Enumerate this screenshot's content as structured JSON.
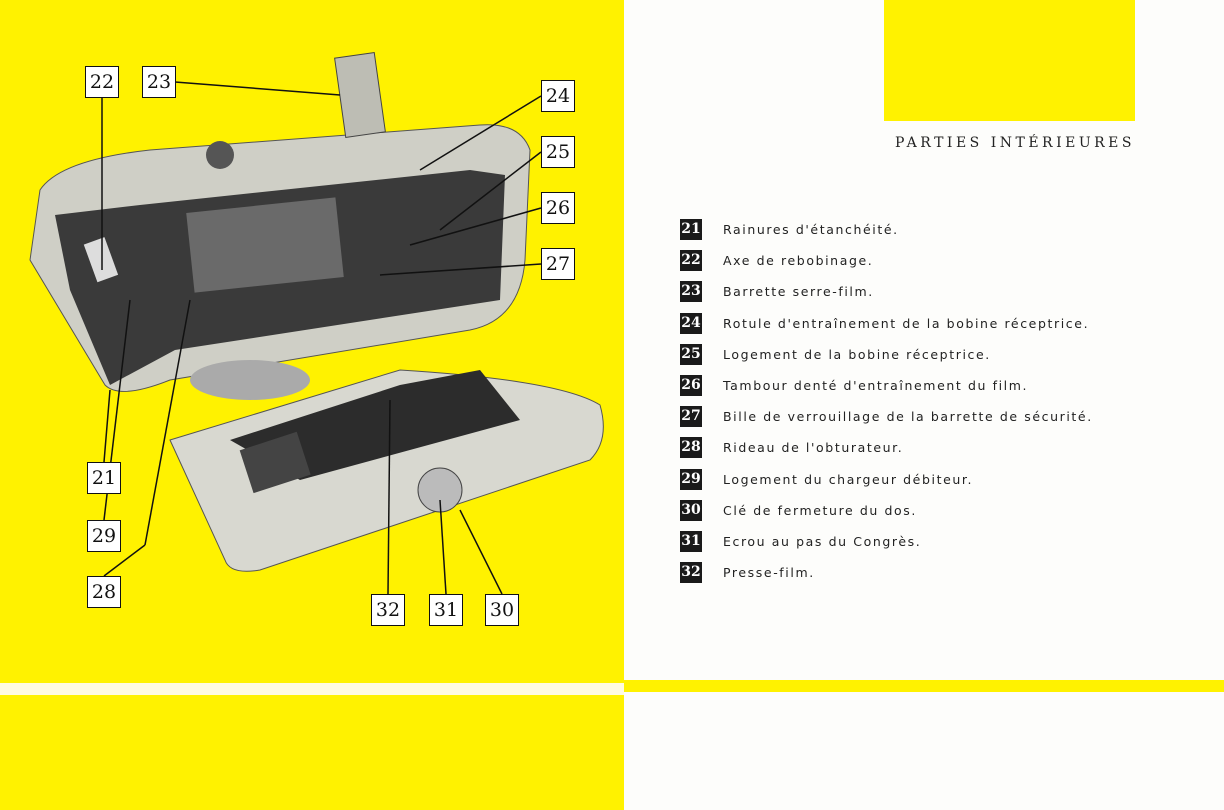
{
  "title": "PARTIES INTÉRIEURES",
  "callouts": [
    "22",
    "23",
    "24",
    "25",
    "26",
    "27",
    "21",
    "29",
    "28",
    "32",
    "31",
    "30"
  ],
  "items": [
    {
      "num": "21",
      "text": "Rainures d'étanchéité."
    },
    {
      "num": "22",
      "text": "Axe de rebobinage."
    },
    {
      "num": "23",
      "text": "Barrette serre-film."
    },
    {
      "num": "24",
      "text": "Rotule d'entraînement de la bobine réceptrice."
    },
    {
      "num": "25",
      "text": "Logement de la bobine réceptrice."
    },
    {
      "num": "26",
      "text": "Tambour denté d'entraînement du film."
    },
    {
      "num": "27",
      "text": "Bille de verrouillage de la barrette de sécurité."
    },
    {
      "num": "28",
      "text": "Rideau de l'obturateur."
    },
    {
      "num": "29",
      "text": "Logement du chargeur débiteur."
    },
    {
      "num": "30",
      "text": "Clé de fermeture du dos."
    },
    {
      "num": "31",
      "text": "Ecrou au pas du Congrès."
    },
    {
      "num": "32",
      "text": "Presse-film."
    }
  ],
  "colors": {
    "yellow": "#fff200"
  }
}
